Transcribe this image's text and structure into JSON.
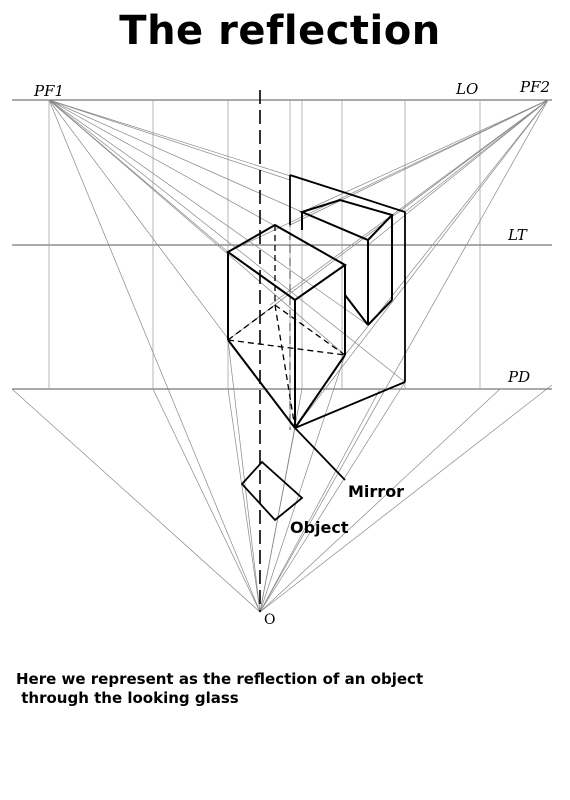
{
  "title": "The reflection",
  "labels": {
    "pf1": "PF1",
    "pf2": "PF2",
    "lo": "LO",
    "lt": "LT",
    "pd": "PD",
    "o": "O",
    "mirror": "Mirror",
    "object": "Object"
  },
  "caption": {
    "line1": "Here we represent as the reflection of an object",
    "line2": " through the looking glass"
  },
  "colors": {
    "ink": "#000000",
    "thin": "#777777",
    "background": "#ffffff"
  }
}
